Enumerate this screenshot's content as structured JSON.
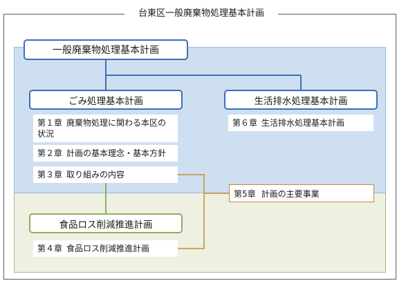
{
  "frame_title": "台東区一般廃棄物処理基本計画",
  "top_plan": "一般廃棄物処理基本計画",
  "gomi_plan": {
    "title": "ごみ処理基本計画",
    "chapters": [
      {
        "num": "第１章",
        "text": "廃棄物処理に関わる本区の状況"
      },
      {
        "num": "第２章",
        "text": "計画の基本理念・基本方針"
      },
      {
        "num": "第３章",
        "text": "取り組みの内容"
      }
    ]
  },
  "seikatsu_plan": {
    "title": "生活排水処理基本計画",
    "chapters": [
      {
        "num": "第６章",
        "text": "生活排水処理基本計画"
      }
    ]
  },
  "shokuhin_plan": {
    "title": "食品ロス削減推進計画",
    "chapters": [
      {
        "num": "第４章",
        "text": "食品ロス削減推進計画"
      }
    ]
  },
  "chapter5": {
    "num": "第5章",
    "text": "計画の主要事業"
  },
  "colors": {
    "blue_border": "#3a6fb6",
    "blue_panel": "#cfdff2",
    "green_border": "#8db05c",
    "green_panel": "#eef0e2",
    "orange_line": "#c98a2f"
  }
}
